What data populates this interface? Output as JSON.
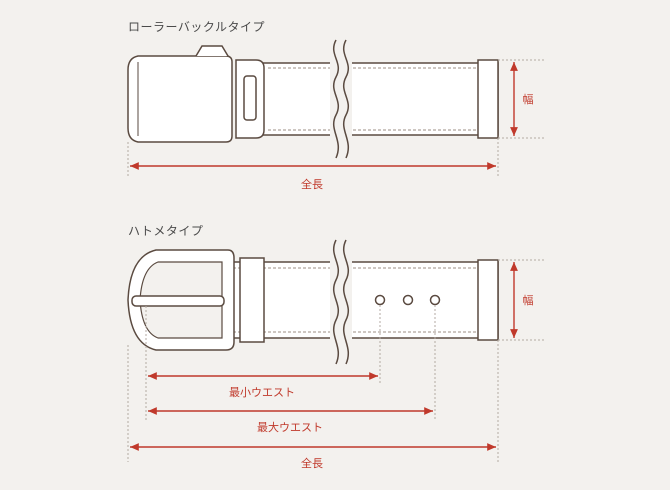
{
  "roller": {
    "title": "ローラーバックルタイプ",
    "width_label": "幅",
    "total_length_label": "全長"
  },
  "hatome": {
    "title": "ハトメタイプ",
    "width_label": "幅",
    "min_waist_label": "最小ウエスト",
    "max_waist_label": "最大ウエスト",
    "total_length_label": "全長"
  },
  "colors": {
    "line": "#5a4a40",
    "dimension": "#c0392b",
    "guide": "#b3aaa3",
    "background": "#f3f1ee",
    "belt_fill": "#ffffff"
  }
}
